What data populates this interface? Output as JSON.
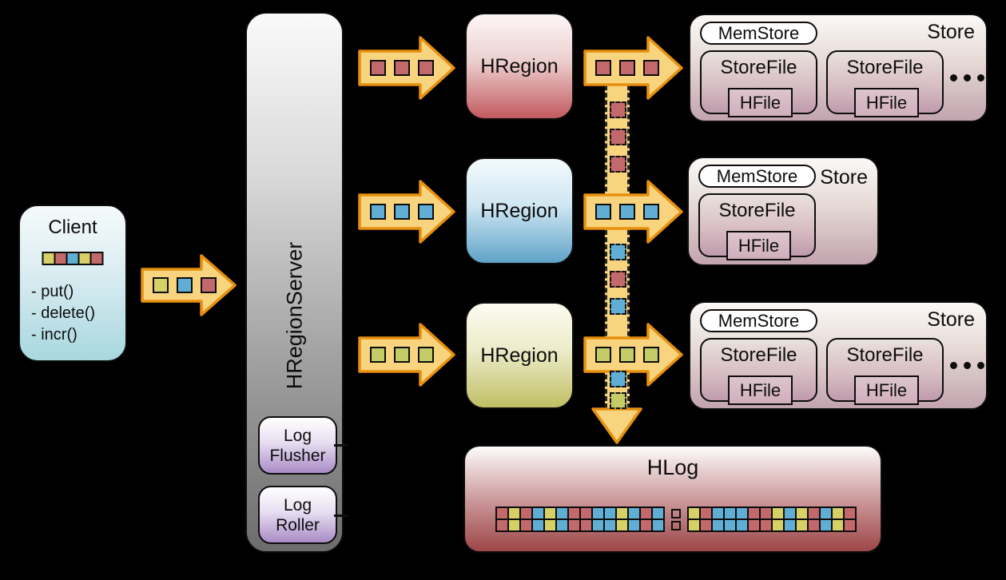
{
  "palette": {
    "red": "#c4696b",
    "yellow": "#d6d066",
    "blue": "#60aed4",
    "green": "#c3cc66",
    "arrow_fill": "#f8d47f",
    "arrow_stroke": "#e7900e"
  },
  "client": {
    "title": "Client",
    "squares": [
      "yellow",
      "red",
      "blue",
      "yellow",
      "red"
    ],
    "methods": [
      "- put()",
      "- delete()",
      "- incr()"
    ]
  },
  "hregionserver": {
    "label": "HRegionServer",
    "log_flusher": {
      "line1": "Log",
      "line2": "Flusher"
    },
    "log_roller": {
      "line1": "Log",
      "line2": "Roller"
    }
  },
  "hregions": [
    {
      "label": "HRegion",
      "color": "red"
    },
    {
      "label": "HRegion",
      "color": "blue"
    },
    {
      "label": "HRegion",
      "color": "green"
    }
  ],
  "arrows": {
    "client_to_server": [
      "yellow",
      "blue",
      "red"
    ],
    "server_to_region": [
      [
        "red",
        "red",
        "red"
      ],
      [
        "blue",
        "blue",
        "blue"
      ],
      [
        "green",
        "green",
        "green"
      ]
    ],
    "region_to_store": [
      [
        "red",
        "red",
        "red"
      ],
      [
        "blue",
        "blue",
        "blue"
      ],
      [
        "green",
        "green",
        "green"
      ]
    ]
  },
  "wal": {
    "segments": [
      [
        "red",
        "red",
        "red"
      ],
      [
        "blue",
        "red",
        "blue"
      ],
      [
        "blue",
        "green"
      ]
    ]
  },
  "stores": [
    {
      "store_label": "Store",
      "memstore_label": "MemStore",
      "storefiles": [
        {
          "label": "StoreFile",
          "hfile_label": "HFile"
        },
        {
          "label": "StoreFile",
          "hfile_label": "HFile"
        }
      ],
      "ellipsis": "..."
    },
    {
      "store_label": "Store",
      "memstore_label": "MemStore",
      "storefiles": [
        {
          "label": "StoreFile",
          "hfile_label": "HFile"
        }
      ]
    },
    {
      "store_label": "Store",
      "memstore_label": "MemStore",
      "storefiles": [
        {
          "label": "StoreFile",
          "hfile_label": "HFile"
        },
        {
          "label": "StoreFile",
          "hfile_label": "HFile"
        }
      ],
      "ellipsis": "..."
    }
  ],
  "hlog": {
    "title": "HLog",
    "left_sequence": [
      "red",
      "yellow",
      "red",
      "blue",
      "yellow",
      "blue",
      "red",
      "red",
      "blue",
      "blue",
      "yellow",
      "blue",
      "red",
      "blue"
    ],
    "right_sequence": [
      "yellow",
      "red",
      "blue",
      "blue",
      "blue",
      "red",
      "red",
      "yellow",
      "blue",
      "yellow",
      "red",
      "blue",
      "yellow",
      "red"
    ]
  }
}
